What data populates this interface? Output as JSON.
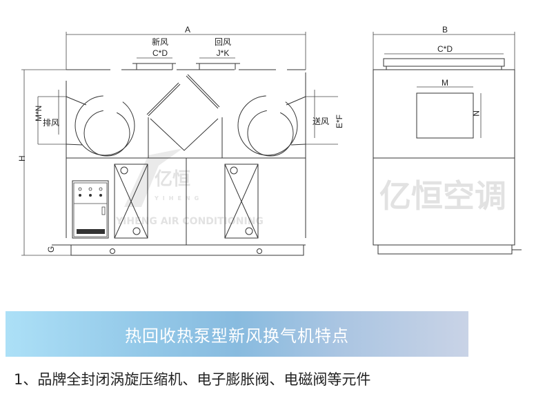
{
  "diagram": {
    "front_view": {
      "dim_width": "A",
      "dim_height": "H",
      "dim_base": "G",
      "fresh_air_label": "新风",
      "fresh_air_dim": "C*D",
      "return_air_label": "回风",
      "return_air_dim": "J*K",
      "exhaust_label": "排风",
      "exhaust_dim": "M*N",
      "supply_label": "送风",
      "supply_dim": "E*F"
    },
    "side_view": {
      "dim_width": "B",
      "duct_dim": "C*D",
      "opening_width": "M",
      "opening_height": "N"
    },
    "watermark": {
      "brand_cn": "亿恒空调",
      "brand_cn_small": "亿恒",
      "brand_en": "YIHENG AIR CONDITIONING",
      "brand_en_small": "YIHENG"
    }
  },
  "banner": {
    "title": "热回收热泵型新风换气机特点"
  },
  "features": [
    "1、品牌全封闭涡旋压缩机、电子膨胀阀、电磁阀等元件"
  ],
  "colors": {
    "banner_left": "#ace0f7",
    "banner_mid": "#88bbdf",
    "banner_right": "#c9d3e6"
  }
}
